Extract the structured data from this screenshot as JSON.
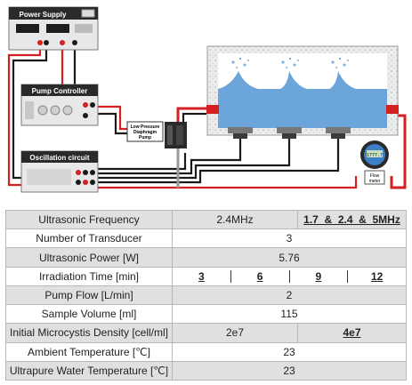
{
  "diagram": {
    "power_supply_label": "Power Supply",
    "pump_controller_label": "Pump Controller",
    "oscillation_circuit_label": "Oscillation circuit",
    "pump_label_lines": [
      "Low Pressure",
      "Diaphragm",
      "Pump"
    ],
    "flow_meter_label_lines": [
      "Flow",
      "meter"
    ],
    "flow_meter_display": "1777.7"
  },
  "table": {
    "rows": [
      {
        "label": "Ultrasonic Frequency",
        "value_a": "2.4MHz",
        "value_b": "1.7  &  2.4  &  5MHz"
      },
      {
        "label": "Number of Transducer",
        "value": "3"
      },
      {
        "label": "Ultrasonic Power [W]",
        "value": "5.76"
      },
      {
        "label": "Irradiation Time [min]",
        "values": [
          "3",
          "6",
          "9",
          "12"
        ]
      },
      {
        "label": "Pump Flow [L/min]",
        "value": "2"
      },
      {
        "label": "Sample Volume [ml]",
        "value": "115"
      },
      {
        "label": "Initial Microcystis Density [cell/ml]",
        "value_a": "2e7",
        "value_b": "4e7"
      },
      {
        "label": "Ambient Temperature [℃]",
        "value": "23"
      },
      {
        "label": "Ultrapure Water Temperature [℃]",
        "value": "23"
      }
    ]
  },
  "colors": {
    "wire_red": "#d42020",
    "wire_black": "#1a1a1a",
    "tank_water": "#5b9bd5",
    "device_panel": "#e8e8e8",
    "device_header": "#2a2a2a"
  }
}
